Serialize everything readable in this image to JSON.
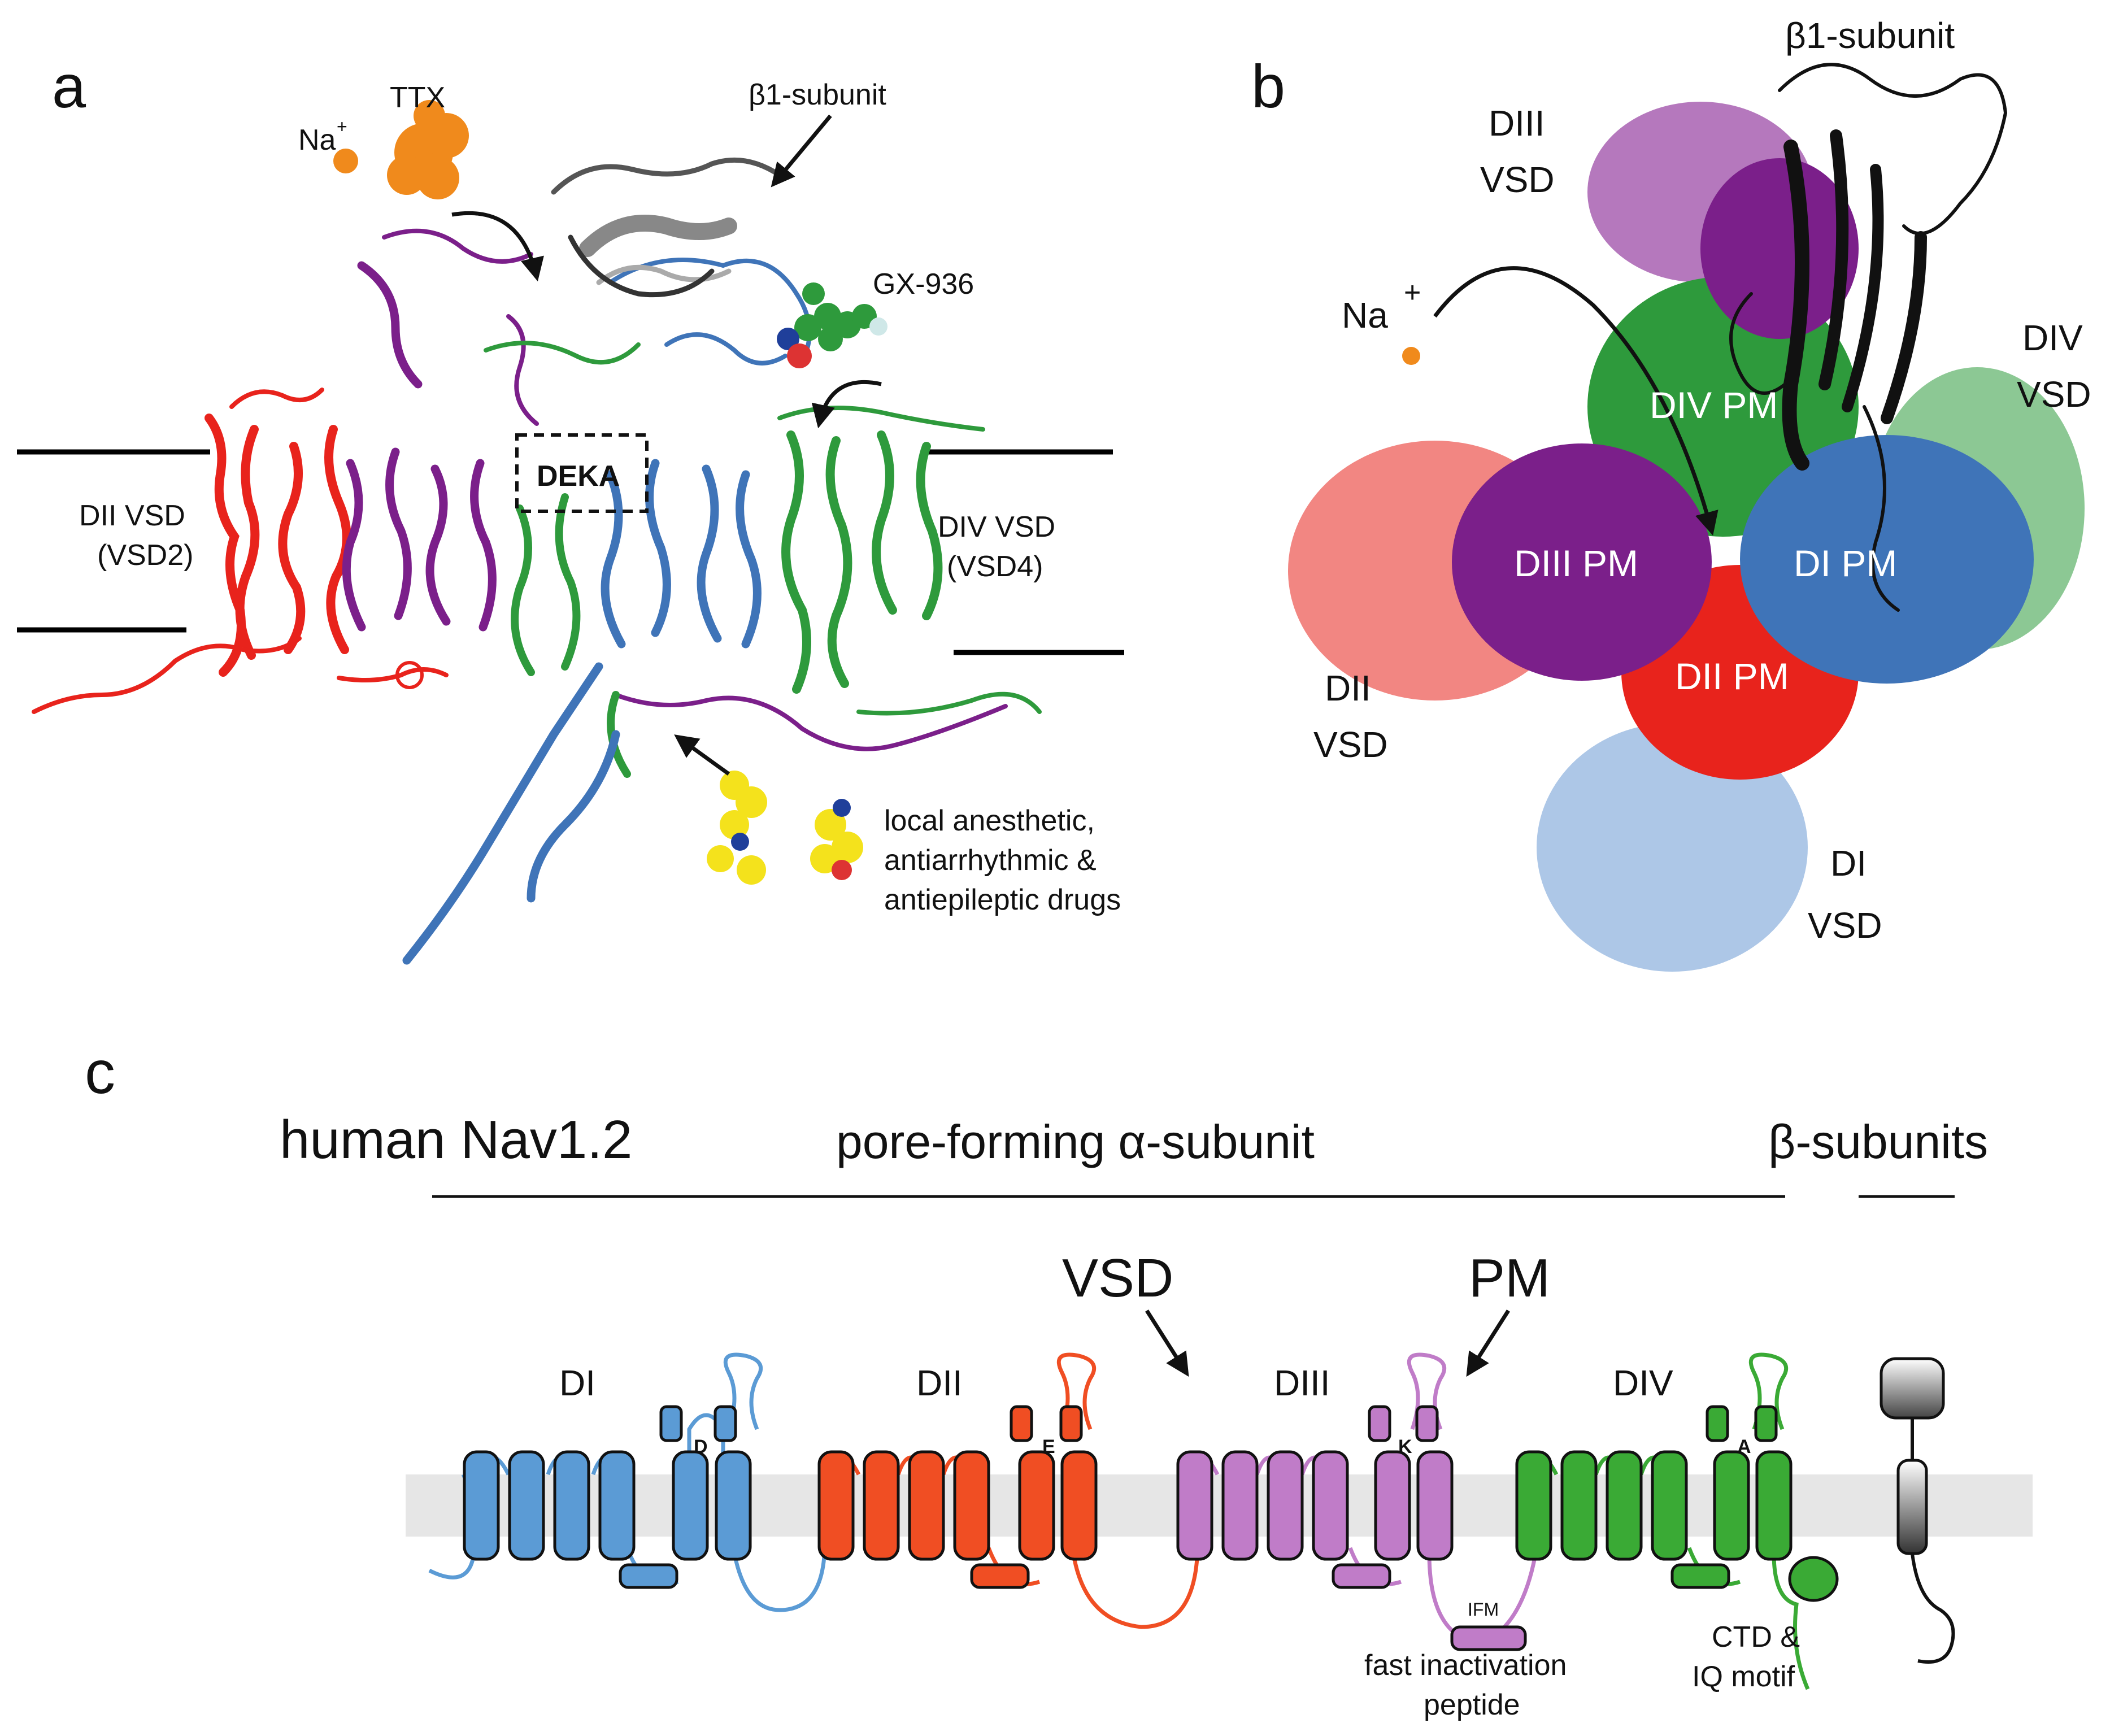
{
  "panels": {
    "a": "a",
    "b": "b",
    "c": "c"
  },
  "panel_a": {
    "na_main": "Na",
    "na_sup": "+",
    "ttx": "TTX",
    "beta1": "β1-subunit",
    "gx": "GX-936",
    "deka": "DEKA",
    "dii_vsd_line1": "DII VSD",
    "dii_vsd_line2": "(VSD2)",
    "div_vsd_line1": "DIV VSD",
    "div_vsd_line2": "(VSD4)",
    "drugs_line1": "local anesthetic,",
    "drugs_line2": "antiarrhythmic &",
    "drugs_line3": "antiepileptic drugs"
  },
  "panel_b": {
    "beta1": "β1-subunit",
    "diii_vsd_1": "DIII",
    "diii_vsd_2": "VSD",
    "na_main": "Na",
    "na_sup": "+",
    "div_vsd_1": "DIV",
    "div_vsd_2": "VSD",
    "div_pm": "DIV PM",
    "diii_pm": "DIII PM",
    "di_pm": "DI PM",
    "dii_pm": "DII PM",
    "dii_vsd_1": "DII",
    "dii_vsd_2": "VSD",
    "di_vsd_1": "DI",
    "di_vsd_2": "VSD"
  },
  "panel_c": {
    "title": "human Nav1.2",
    "alpha": "pore-forming α-subunit",
    "beta": "β-subunits",
    "vsd": "VSD",
    "pm": "PM",
    "domains": [
      "DI",
      "DII",
      "DIII",
      "DIV"
    ],
    "filter_residues": [
      "D",
      "E",
      "K",
      "A"
    ],
    "ifm": "IFM",
    "fast_line1": "fast inactivation",
    "fast_line2": "peptide",
    "ctd_line1": "CTD &",
    "ctd_line2": "IQ motif"
  },
  "colors": {
    "di": "#5b9bd5",
    "dii": "#f04e23",
    "diii": "#c07cc8",
    "div": "#3aaa35",
    "membrane": "#e6e6e6",
    "red_struct": "#e8231c",
    "purple_struct": "#7b1f8a",
    "green_struct": "#2e9a3c",
    "blue_struct": "#3f74b8",
    "orange": "#f08a1c",
    "yellow": "#f4e21c"
  }
}
